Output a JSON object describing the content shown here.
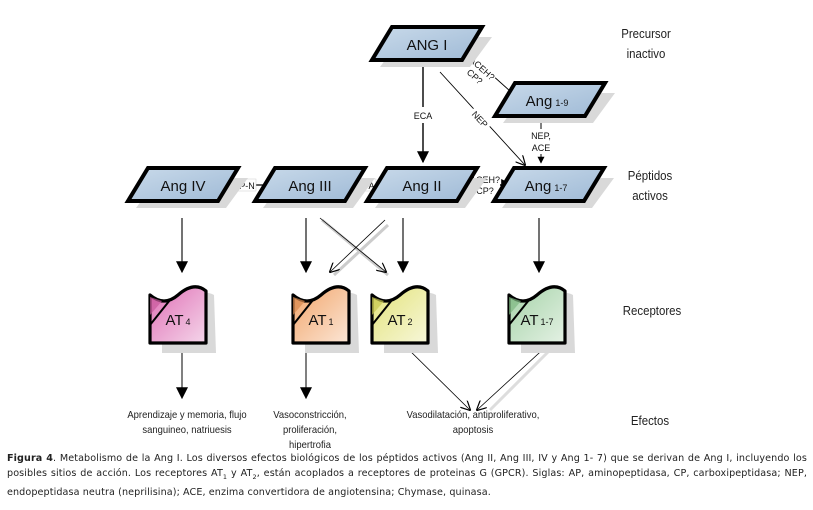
{
  "stages": {
    "precursor": [
      "Precursor",
      "inactivo"
    ],
    "active": [
      "Péptidos",
      "activos"
    ],
    "receptors": "Receptores",
    "effects": "Efectos"
  },
  "peptides": {
    "ang1": {
      "label": "ANG I",
      "sub": ""
    },
    "ang19": {
      "label": "Ang",
      "sub": "1-9"
    },
    "ang2": {
      "label": "Ang II",
      "sub": ""
    },
    "ang3": {
      "label": "Ang III",
      "sub": ""
    },
    "ang4": {
      "label": "Ang IV",
      "sub": ""
    },
    "ang17": {
      "label": "Ang",
      "sub": "1-7"
    }
  },
  "receptors": {
    "at4": {
      "label": "AT",
      "sub": "4",
      "color": "#e88cc4"
    },
    "at1": {
      "label": "AT",
      "sub": "1",
      "color": "#f5b98a"
    },
    "at2": {
      "label": "AT",
      "sub": "2",
      "color": "#eaea9a"
    },
    "at17": {
      "label": "AT",
      "sub": "1-7",
      "color": "#b7dcb8"
    }
  },
  "enzymes": {
    "eca": "ECA",
    "nep": "NEP",
    "aceh_cp_1": [
      "ACEH?",
      "CP?"
    ],
    "aceh_cp_2": [
      "ACEH?",
      "CP?"
    ],
    "nep_ace": [
      "NEP,",
      "ACE"
    ],
    "ap_a": "AP-A",
    "ap_n": "AP-N"
  },
  "effects": {
    "at4": [
      "Aprendizaje y memoria, flujo",
      "sanguineo, natriuesis"
    ],
    "at1": [
      "Vasoconstricción, proliferación,",
      "hipertrofia"
    ],
    "at2_at17": [
      "Vasodilatación, antiproliferativo,",
      "apoptosis"
    ]
  },
  "caption": {
    "figure": "Figura 4",
    "text_1": ". Metabolismo de la Ang I. Los diversos efectos biológicos de los péptidos activos (Ang II, Ang III, IV y Ang 1- 7) que se derivan de Ang I, incluyendo los posibles sitios de acción. Los receptores AT",
    "sub_1": "1",
    "text_2": " y AT",
    "sub_2": "2",
    "text_3": ", están acoplados a receptores de proteinas G (GPCR). Siglas: AP, aminopeptidasa, CP, carboxipeptidasa; NEP, endopeptidasa neutra (neprilisina); ACE, enzima convertidora de angiotensina; Chymase, quinasa."
  },
  "colors": {
    "peptide_fill": "#a9c3dd",
    "peptide_fill_light": "#d6e3f0",
    "shadow": "#d9d9d9",
    "stroke": "#000000"
  }
}
